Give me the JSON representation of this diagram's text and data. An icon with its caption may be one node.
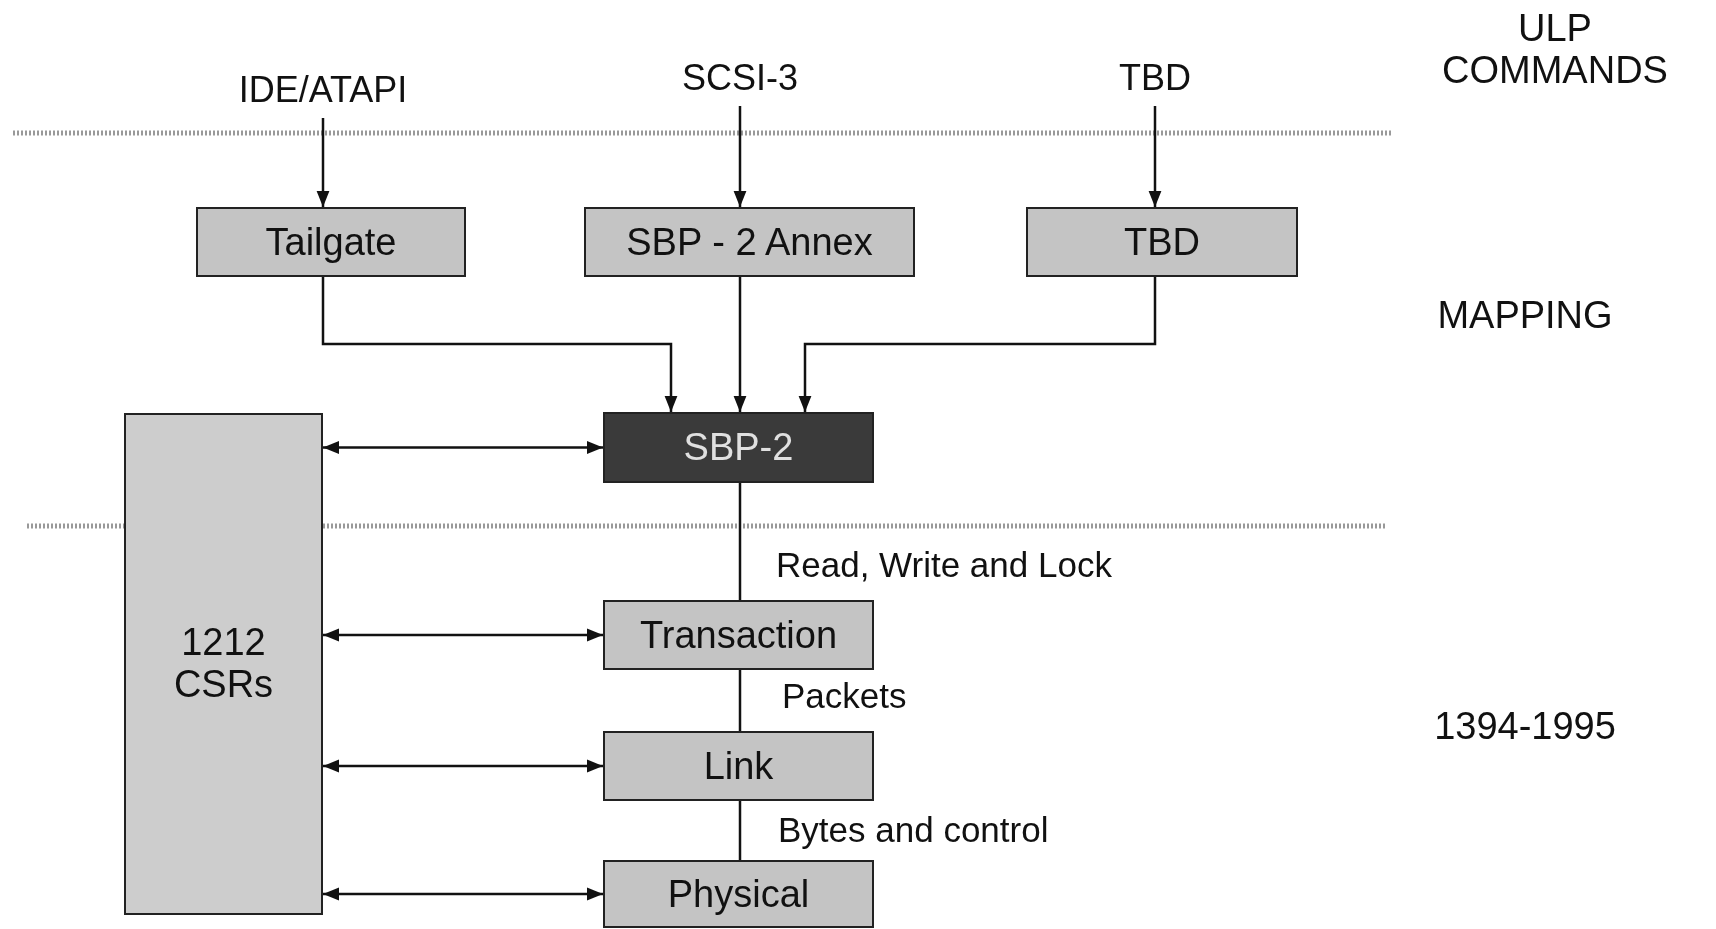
{
  "diagram": {
    "nodes": [
      {
        "text": [
          "IDE/ATAPI"
        ]
      },
      {
        "text": [
          "SCSI-3"
        ]
      },
      {
        "text": [
          "TBD"
        ]
      },
      {
        "text": [
          "Tailgate"
        ]
      },
      {
        "text": [
          "SBP - 2 Annex"
        ]
      },
      {
        "text": [
          "TBD"
        ]
      },
      {
        "text": [
          "1212 CSRs"
        ]
      },
      {
        "text": [
          "SBP-2"
        ]
      },
      {
        "text": [
          "Transaction"
        ]
      },
      {
        "text": [
          "Link"
        ]
      },
      {
        "text": [
          "Physical"
        ]
      }
    ],
    "edges": [
      {
        "from": 0,
        "to": 3,
        "arrow": "to"
      },
      {
        "from": 1,
        "to": 4,
        "arrow": "to"
      },
      {
        "from": 2,
        "to": 5,
        "arrow": "to"
      },
      {
        "from": 3,
        "to": 7,
        "arrow": "to"
      },
      {
        "from": 4,
        "to": 7,
        "arrow": "to"
      },
      {
        "from": 5,
        "to": 7,
        "arrow": "to"
      },
      {
        "from": 6,
        "to": 7,
        "arrow": "both"
      },
      {
        "from": 7,
        "to": 8,
        "arrow": "none",
        "label": "Read, Write and Lock"
      },
      {
        "from": 8,
        "to": 9,
        "arrow": "none",
        "label": "Packets"
      },
      {
        "from": 9,
        "to": 10,
        "arrow": "none",
        "label": "Bytes and control"
      },
      {
        "from": 6,
        "to": 8,
        "arrow": "both"
      },
      {
        "from": 6,
        "to": 9,
        "arrow": "both"
      },
      {
        "from": 6,
        "to": 10,
        "arrow": "both"
      }
    ],
    "labels": [
      "ULP COMMANDS",
      "MAPPING",
      "1394-1995"
    ]
  }
}
